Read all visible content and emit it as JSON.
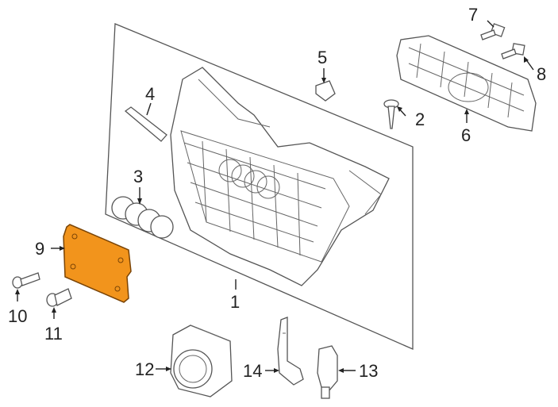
{
  "callouts": [
    {
      "id": "1",
      "label": "1"
    },
    {
      "id": "2",
      "label": "2"
    },
    {
      "id": "3",
      "label": "3"
    },
    {
      "id": "4",
      "label": "4"
    },
    {
      "id": "5",
      "label": "5"
    },
    {
      "id": "6",
      "label": "6"
    },
    {
      "id": "7",
      "label": "7"
    },
    {
      "id": "8",
      "label": "8"
    },
    {
      "id": "9",
      "label": "9"
    },
    {
      "id": "10",
      "label": "10"
    },
    {
      "id": "11",
      "label": "11"
    },
    {
      "id": "12",
      "label": "12"
    },
    {
      "id": "13",
      "label": "13"
    },
    {
      "id": "14",
      "label": "14"
    }
  ],
  "colors": {
    "line": "#555555",
    "highlight_fill": "#f2941c",
    "highlight_stroke": "#7a4406",
    "label": "#222222"
  }
}
